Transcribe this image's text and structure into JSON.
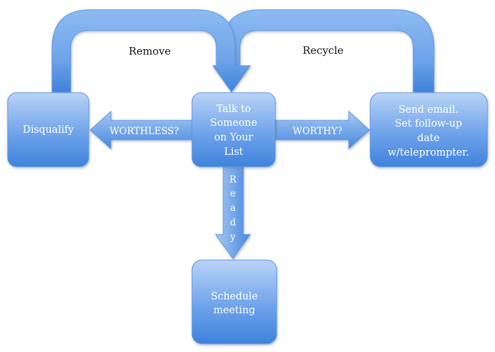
{
  "nodes": {
    "disqualify": {
      "lines": [
        "Disqualify"
      ]
    },
    "talk": {
      "lines": [
        "Talk to",
        "Someone",
        "on Your",
        "List"
      ]
    },
    "send_email": {
      "lines": [
        "Send email.",
        "Set follow-up",
        "date",
        "w/teleprompter."
      ]
    },
    "schedule": {
      "lines": [
        "Schedule",
        "meeting"
      ]
    }
  },
  "arrows": {
    "worthless": "WORTHLESS?",
    "worthy": "WORTHY?",
    "ready": [
      "R",
      "e",
      "a",
      "d",
      "y"
    ]
  },
  "loops": {
    "remove": "Remove",
    "recycle": "Recycle"
  },
  "colors": {
    "shape_light": "#b9d3f6",
    "shape_dark": "#3f82db",
    "node_text": "#ffffff",
    "loop_label_text": "#111111"
  }
}
